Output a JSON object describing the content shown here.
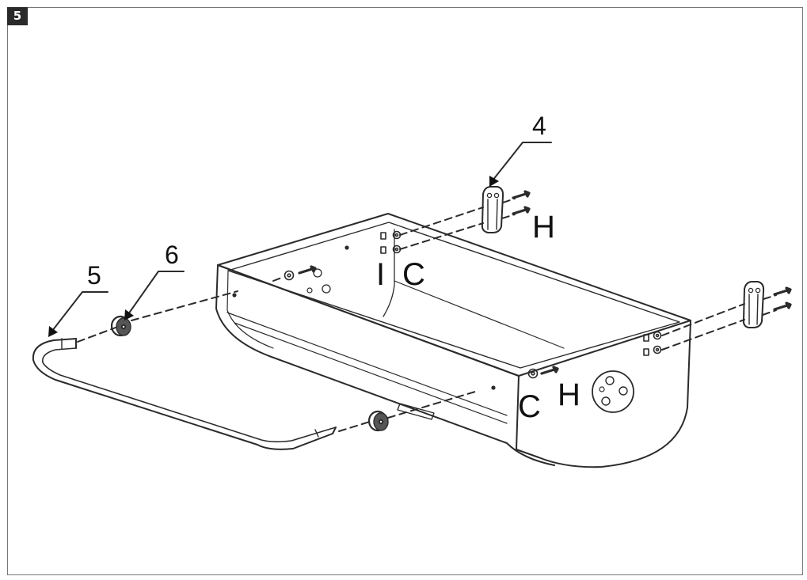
{
  "step_number": "5",
  "part_labels": {
    "p4": "4",
    "p5": "5",
    "p6": "6"
  },
  "hardware_labels": {
    "H_top": "H",
    "C_top": "C",
    "I_top": "I",
    "C_front": "C",
    "H_front": "H"
  },
  "colors": {
    "line": "#2b2b2b",
    "frame": "#777777",
    "badge": "#2a2a2a"
  }
}
